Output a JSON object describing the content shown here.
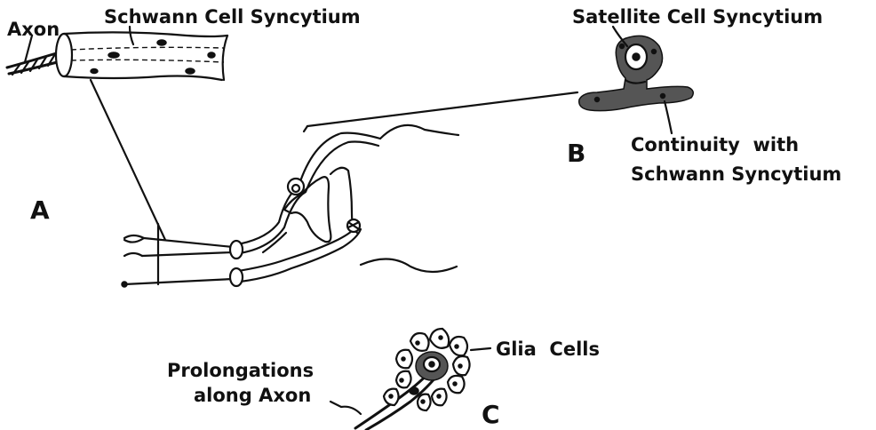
{
  "labels": {
    "axon": "Axon",
    "schwann": "Schwann Cell Syncytium",
    "satellite": "Satellite Cell Syncytium",
    "continuity_1": "Continuity  with",
    "continuity_2": "Schwann Syncytium",
    "glia": "Glia  Cells",
    "prolongations_1": "Prolongations",
    "prolongations_2": "along Axon"
  },
  "panels": {
    "a": "A",
    "b": "B",
    "c": "C"
  }
}
